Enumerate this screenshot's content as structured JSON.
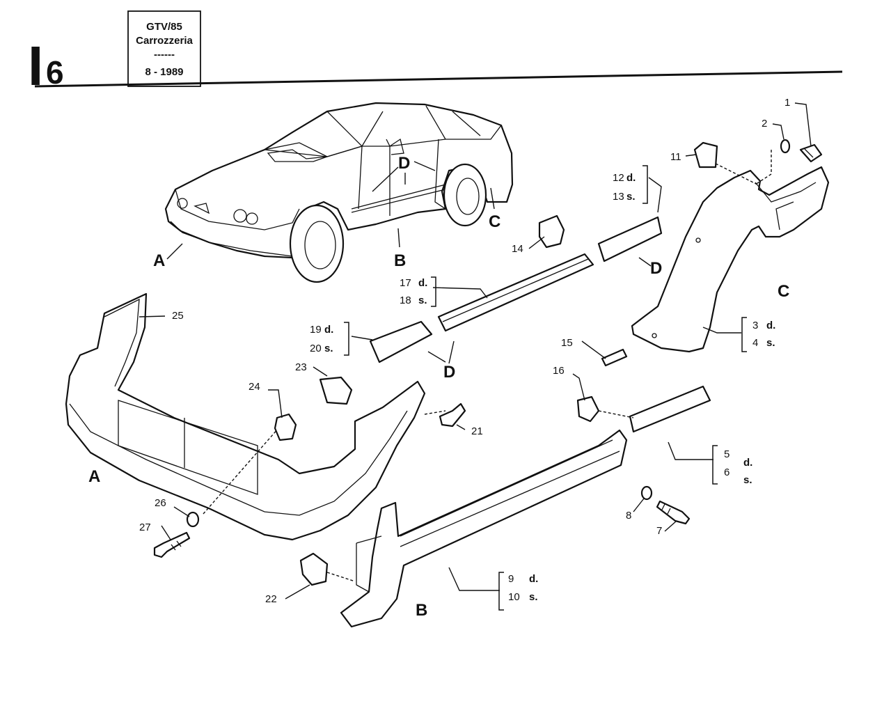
{
  "header": {
    "section_letter": "I",
    "section_number": "6",
    "model": "GTV/85",
    "subtitle": "Carrozzeria",
    "separator": "------",
    "date": "8 - 1989"
  },
  "views": {
    "car_A": "A",
    "car_B": "B",
    "car_C": "C",
    "car_D": "D",
    "front_A": "A",
    "sill_B": "B",
    "rear_C": "C",
    "strip_D_right": "D",
    "strip_D_lower": "D"
  },
  "callouts": [
    {
      "id": "p1",
      "text": "1"
    },
    {
      "id": "p2",
      "text": "2"
    },
    {
      "id": "p3",
      "text": "3",
      "side": "d."
    },
    {
      "id": "p4",
      "text": "4",
      "side": "s."
    },
    {
      "id": "p5",
      "text": "5",
      "side": "d."
    },
    {
      "id": "p6",
      "text": "6",
      "side": "s."
    },
    {
      "id": "p7",
      "text": "7"
    },
    {
      "id": "p8",
      "text": "8"
    },
    {
      "id": "p9",
      "text": "9",
      "side": "d."
    },
    {
      "id": "p10",
      "text": "10",
      "side": "s."
    },
    {
      "id": "p11",
      "text": "11"
    },
    {
      "id": "p12",
      "text": "12",
      "side": "d."
    },
    {
      "id": "p13",
      "text": "13",
      "side": "s."
    },
    {
      "id": "p14",
      "text": "14"
    },
    {
      "id": "p15",
      "text": "15"
    },
    {
      "id": "p16",
      "text": "16"
    },
    {
      "id": "p17",
      "text": "17",
      "side": "d."
    },
    {
      "id": "p18",
      "text": "18",
      "side": "s."
    },
    {
      "id": "p19",
      "text": "19",
      "side": "d."
    },
    {
      "id": "p20",
      "text": "20",
      "side": "s."
    },
    {
      "id": "p21",
      "text": "21"
    },
    {
      "id": "p22",
      "text": "22"
    },
    {
      "id": "p23",
      "text": "23"
    },
    {
      "id": "p24",
      "text": "24"
    },
    {
      "id": "p25",
      "text": "25"
    },
    {
      "id": "p26",
      "text": "26"
    },
    {
      "id": "p27",
      "text": "27"
    }
  ]
}
